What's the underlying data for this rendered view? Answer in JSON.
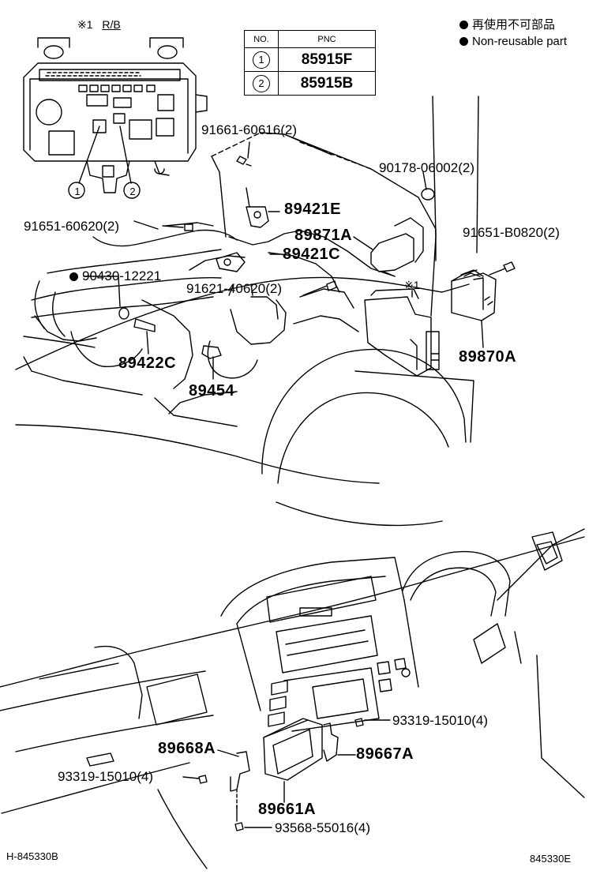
{
  "legend": {
    "jp": "再使用不可部品",
    "en": "Non-reusable part"
  },
  "table": {
    "headers": [
      "NO.",
      "PNC"
    ],
    "rows": [
      {
        "no": "1",
        "pnc": "85915F"
      },
      {
        "no": "2",
        "pnc": "85915B"
      }
    ]
  },
  "relay_box": {
    "mark": "※1",
    "label": "R/B",
    "callouts": [
      "1",
      "2"
    ]
  },
  "callouts": {
    "c91661": "91661-60616(2)",
    "c90178": "90178-06002(2)",
    "c89421e": "89421E",
    "c91651_60620": "91651-60620(2)",
    "c89871a": "89871A",
    "c91651_b0820": "91651-B0820(2)",
    "c89421c": "89421C",
    "c90430": "90430-12221",
    "c91621": "91621-40620(2)",
    "mark1": "※1",
    "c89422c": "89422C",
    "c89870a": "89870A",
    "c89454": "89454",
    "c93319_right": "93319-15010(4)",
    "c89668a": "89668A",
    "c89667a": "89667A",
    "c93319_left": "93319-15010(4)",
    "c89661a": "89661A",
    "c93568": "93568-55016(4)"
  },
  "footer": {
    "left": "H-845330B",
    "right": "845330E"
  }
}
